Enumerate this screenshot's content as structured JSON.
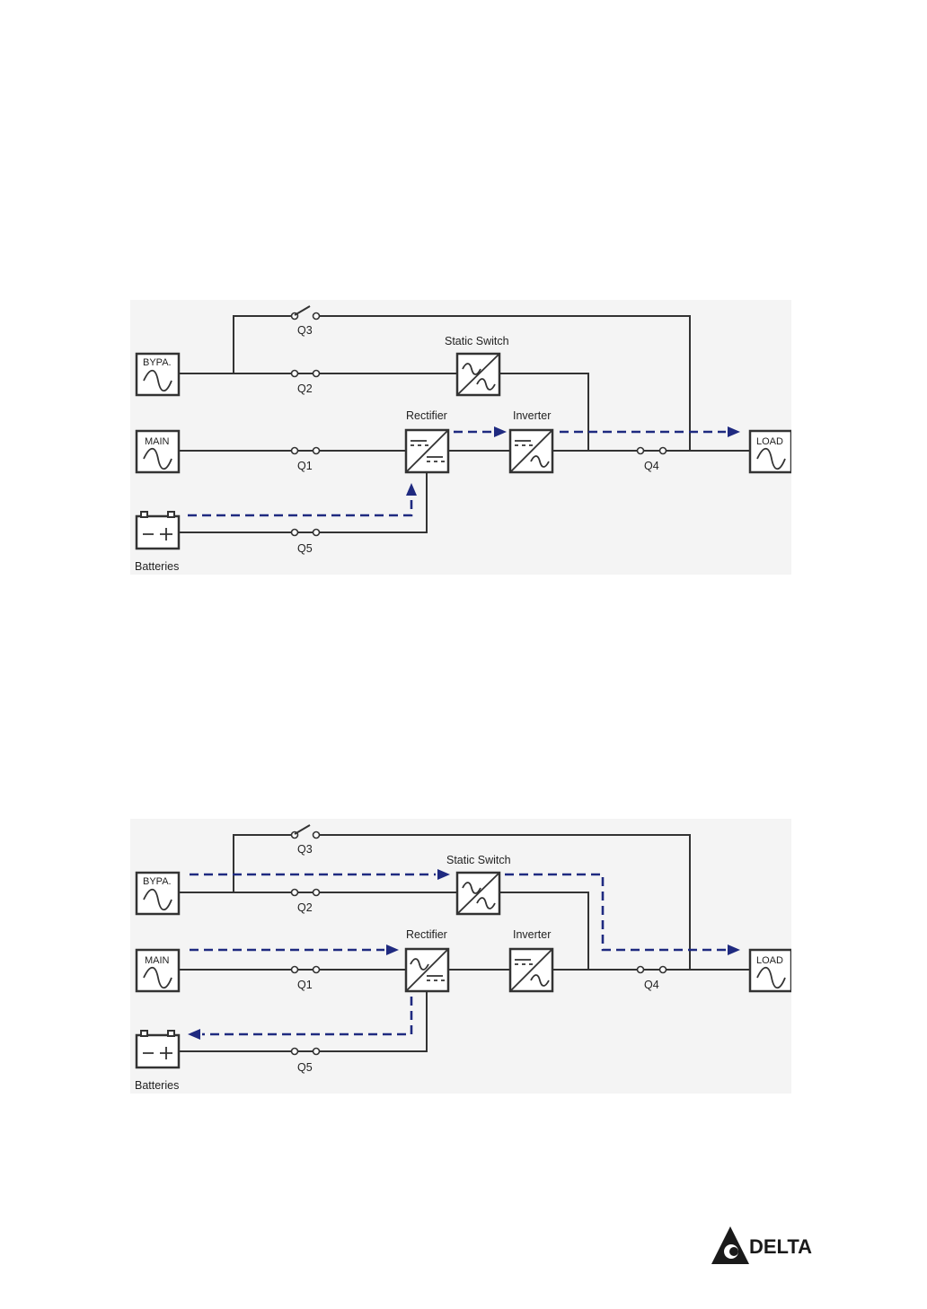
{
  "diagrams": [
    {
      "labels": {
        "bypass": "BYPA.",
        "main": "MAIN",
        "load": "LOAD",
        "static_switch": "Static Switch",
        "rectifier": "Rectifier",
        "inverter": "Inverter",
        "batteries": "Batteries",
        "battery_symbol": "− +",
        "q1": "Q1",
        "q2": "Q2",
        "q3": "Q3",
        "q4": "Q4",
        "q5": "Q5"
      },
      "flows": [
        "battery-to-rectifier",
        "rectifier-to-inverter",
        "inverter-to-load"
      ]
    },
    {
      "labels": {
        "bypass": "BYPA.",
        "main": "MAIN",
        "load": "LOAD",
        "static_switch": "Static Switch",
        "rectifier": "Rectifier",
        "inverter": "Inverter",
        "batteries": "Batteries",
        "battery_symbol": "− +",
        "q1": "Q1",
        "q2": "Q2",
        "q3": "Q3",
        "q4": "Q4",
        "q5": "Q5"
      },
      "flows": [
        "bypass-to-load",
        "main-to-rectifier",
        "rectifier-to-battery"
      ]
    }
  ],
  "logo": {
    "text": "DELTA"
  },
  "colors": {
    "flow": "#1f2a80",
    "wire": "#333333",
    "panel": "#f4f4f4"
  }
}
